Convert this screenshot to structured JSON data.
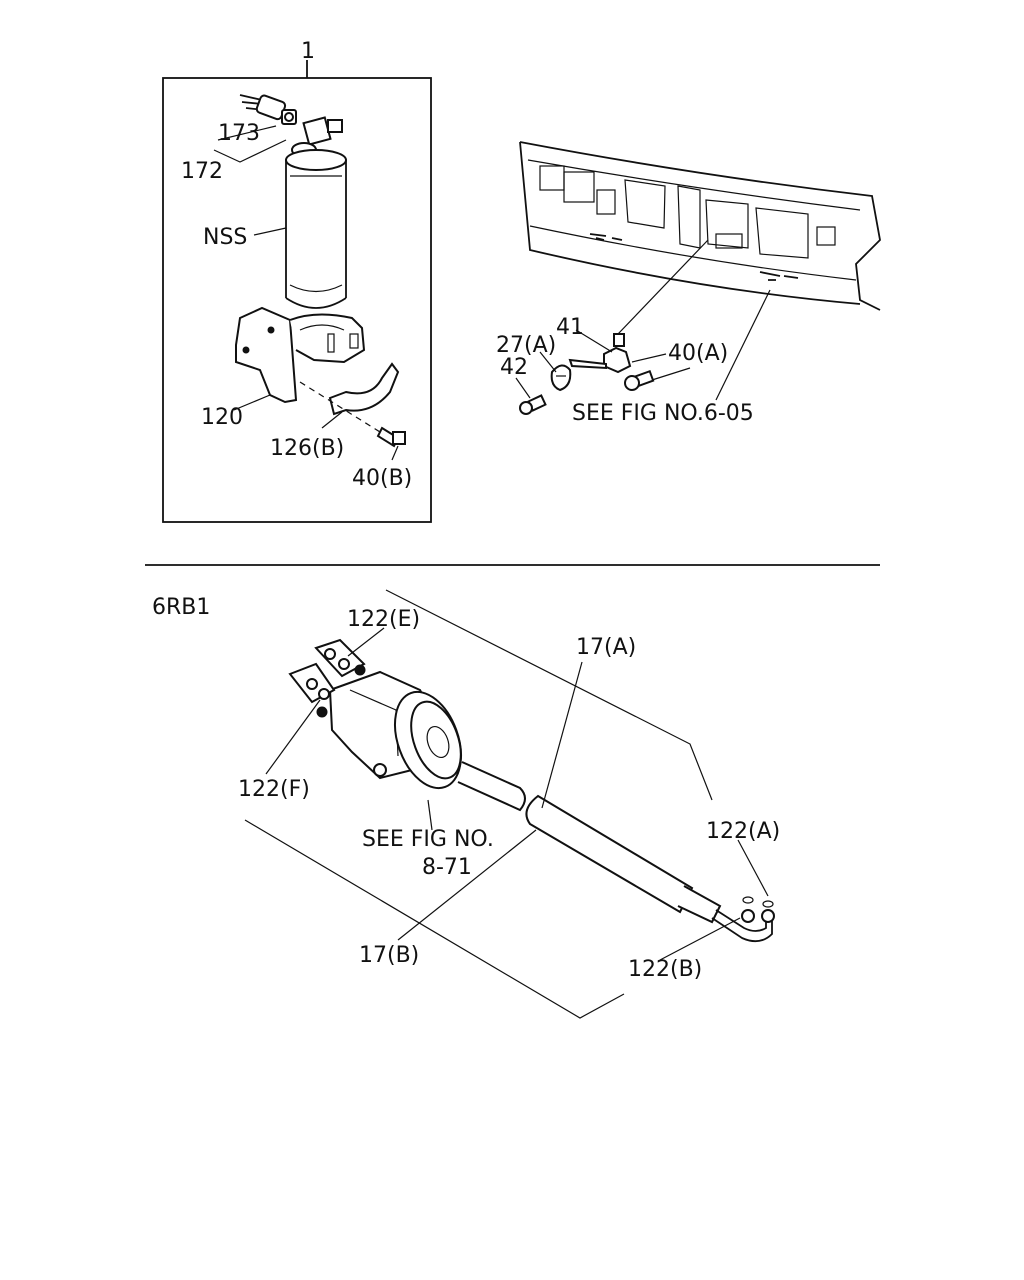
{
  "top_section": {
    "frame_label": "1",
    "receiver_drier_labels": [
      "173",
      "172",
      "NSS",
      "120",
      "126(B)",
      "40(B)"
    ],
    "bracket_labels": [
      "41",
      "27(A)",
      "40(A)",
      "42"
    ],
    "bracket_reference": "SEE FIG NO.6-05"
  },
  "bottom_section": {
    "engine_label": "6RB1",
    "compressor_reference_line1": "SEE FIG NO.",
    "compressor_reference_line2": "8-71",
    "labels": [
      "122(E)",
      "17(A)",
      "122(F)",
      "122(A)",
      "17(B)",
      "122(B)"
    ]
  }
}
